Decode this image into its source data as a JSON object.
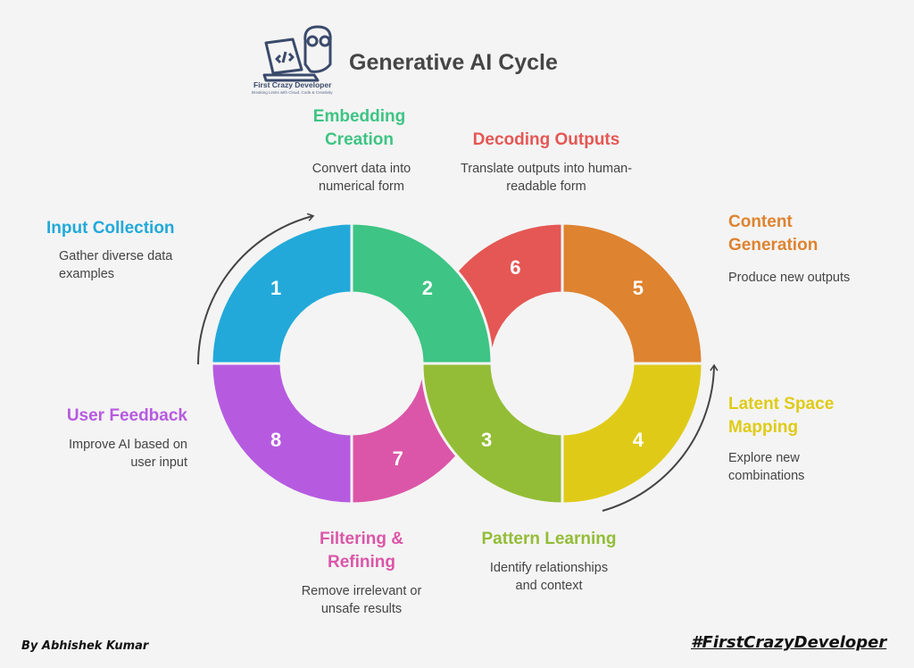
{
  "title": "Generative AI Cycle",
  "logo": {
    "name": "First Crazy Developer",
    "tagline": "Breaking Limits with Cloud, Code & Creativity"
  },
  "steps": [
    {
      "number": "1",
      "title": "Input Collection",
      "description": "Gather diverse data examples",
      "color": "#22a9d9"
    },
    {
      "number": "2",
      "title": "Embedding Creation",
      "description": "Convert data into numerical form",
      "color": "#3ec484"
    },
    {
      "number": "3",
      "title": "Pattern Learning",
      "description": "Identify relationships and context",
      "color": "#93bd37"
    },
    {
      "number": "4",
      "title": "Latent Space Mapping",
      "description": "Explore new combinations",
      "color": "#dfcb17"
    },
    {
      "number": "5",
      "title": "Content Generation",
      "description": "Produce new outputs",
      "color": "#de8330"
    },
    {
      "number": "6",
      "title": "Decoding Outputs",
      "description": "Translate outputs into human-readable form",
      "color": "#e45754"
    },
    {
      "number": "7",
      "title": "Filtering & Refining",
      "description": "Remove irrelevant or unsafe results",
      "color": "#db56a8"
    },
    {
      "number": "8",
      "title": "User Feedback",
      "description": "Improve AI based on user input",
      "color": "#b65be0"
    }
  ],
  "footer": {
    "author": "By Abhishek Kumar",
    "hashtag": "#FirstCrazyDeveloper"
  }
}
